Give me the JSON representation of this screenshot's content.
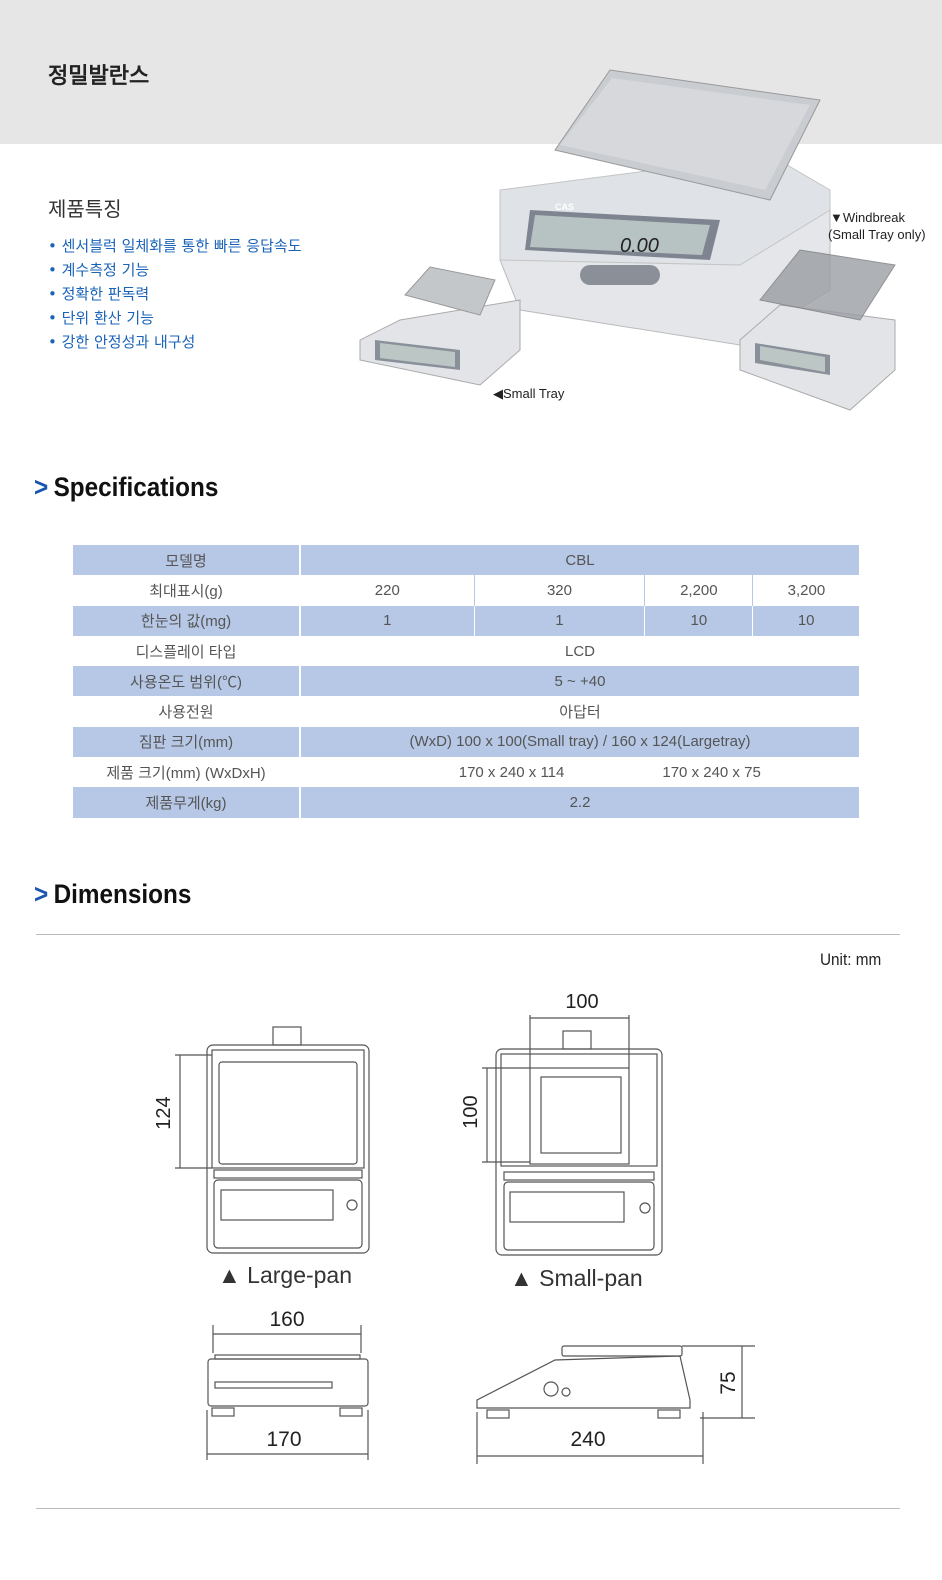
{
  "header": {
    "title": "정밀발란스"
  },
  "features": {
    "title": "제품특징",
    "items": [
      "센서블럭 일체화를 통한 빠른 응답속도",
      "계수측정 기능",
      "정확한 판독력",
      "단위 환산 기능",
      "강한 안정성과 내구성"
    ]
  },
  "product_images": {
    "brand": "CAS",
    "display": "0.00",
    "windbreak_note": "▼Windbreak",
    "windbreak_note2": "(Small Tray only)",
    "small_tray_note": "◀Small Tray"
  },
  "specs": {
    "title": "Specifications",
    "model_label": "모델명",
    "model": "CBL",
    "capacity_label": "최대표시(g)",
    "capacity": [
      "220",
      "320",
      "2,200",
      "3,200"
    ],
    "readability_label": "한눈의 값(mg)",
    "readability": [
      "1",
      "1",
      "10",
      "10"
    ],
    "display_label": "디스플레이 타입",
    "display": "LCD",
    "temp_label": "사용온도 범위(℃)",
    "temp": "5 ~ +40",
    "power_label": "사용전원",
    "power": "아답터",
    "pan_label": "짐판 크기(mm)",
    "pan": "(WxD) 100 x 100(Small tray) / 160 x 124(Largetray)",
    "size_label": "제품 크기(mm) (WxDxH)",
    "size": [
      "170 x 240 x 114",
      "170 x 240 x 75"
    ],
    "weight_label": "제품무게(kg)",
    "weight": "2.2"
  },
  "dimensions": {
    "title": "Dimensions",
    "unit": "Unit: mm",
    "large_pan": "▲ Large-pan",
    "small_pan": "▲ Small-pan",
    "large_depth": "124",
    "small_width": "100",
    "small_depth": "100",
    "front_pan_width": "160",
    "front_width": "170",
    "side_depth": "240",
    "side_height": "75"
  }
}
